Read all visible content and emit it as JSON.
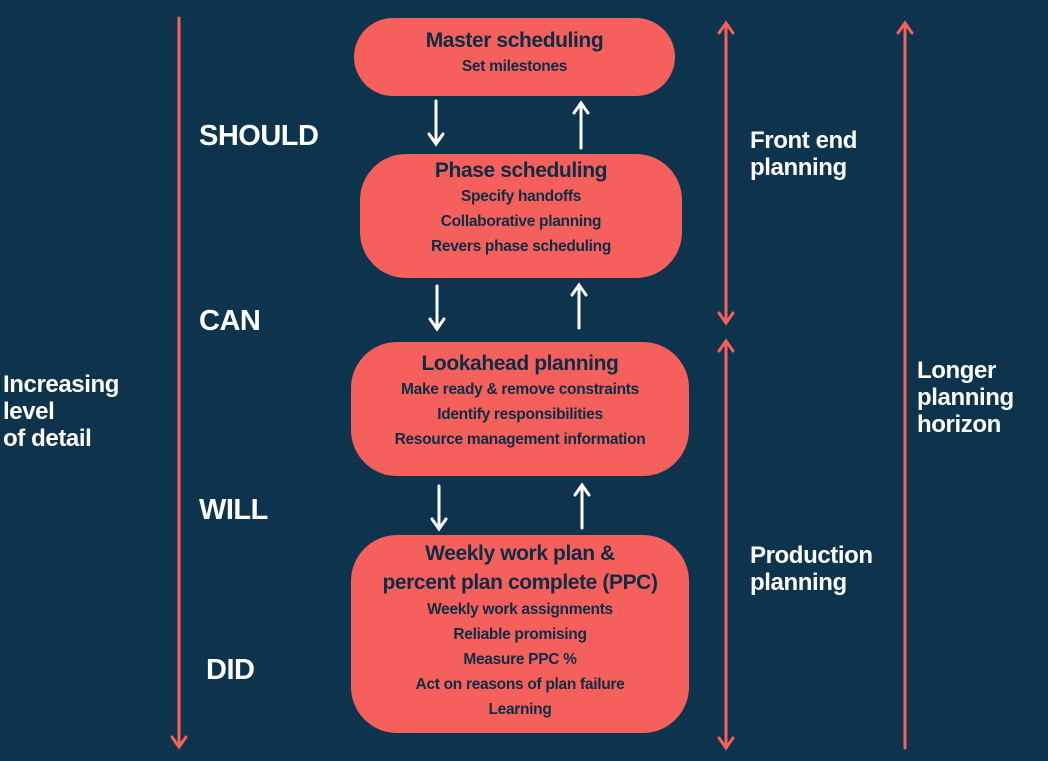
{
  "boxes": {
    "master": {
      "title": "Master scheduling",
      "lines": [
        "Set milestones"
      ]
    },
    "phase": {
      "title": "Phase scheduling",
      "lines": [
        "Specify handoffs",
        "Collaborative planning",
        "Revers phase scheduling"
      ]
    },
    "lookahead": {
      "title": "Lookahead planning",
      "lines": [
        "Make ready & remove constraints",
        "Identify responsibilities",
        "Resource management information"
      ]
    },
    "weekly": {
      "title_lines": [
        "Weekly work plan &",
        "percent plan complete (PPC)"
      ],
      "lines": [
        "Weekly work assignments",
        "Reliable promising",
        "Measure PPC %",
        "Act on reasons of plan  failure",
        "Learning"
      ]
    }
  },
  "stages": {
    "should": "SHOULD",
    "can": "CAN",
    "will": "WILL",
    "did": "DID"
  },
  "left_label": [
    "Increasing",
    "level",
    "of detail"
  ],
  "right_labels": {
    "front_end": [
      "Front end",
      "planning"
    ],
    "production": [
      "Production",
      "planning"
    ],
    "horizon": [
      "Longer",
      "planning",
      "horizon"
    ]
  },
  "colors": {
    "background": "#0d344c",
    "box_fill": "#f5605d",
    "box_text": "#0d2c44",
    "arrow_white": "#ffffff",
    "arrow_coral": "#f5605d"
  }
}
